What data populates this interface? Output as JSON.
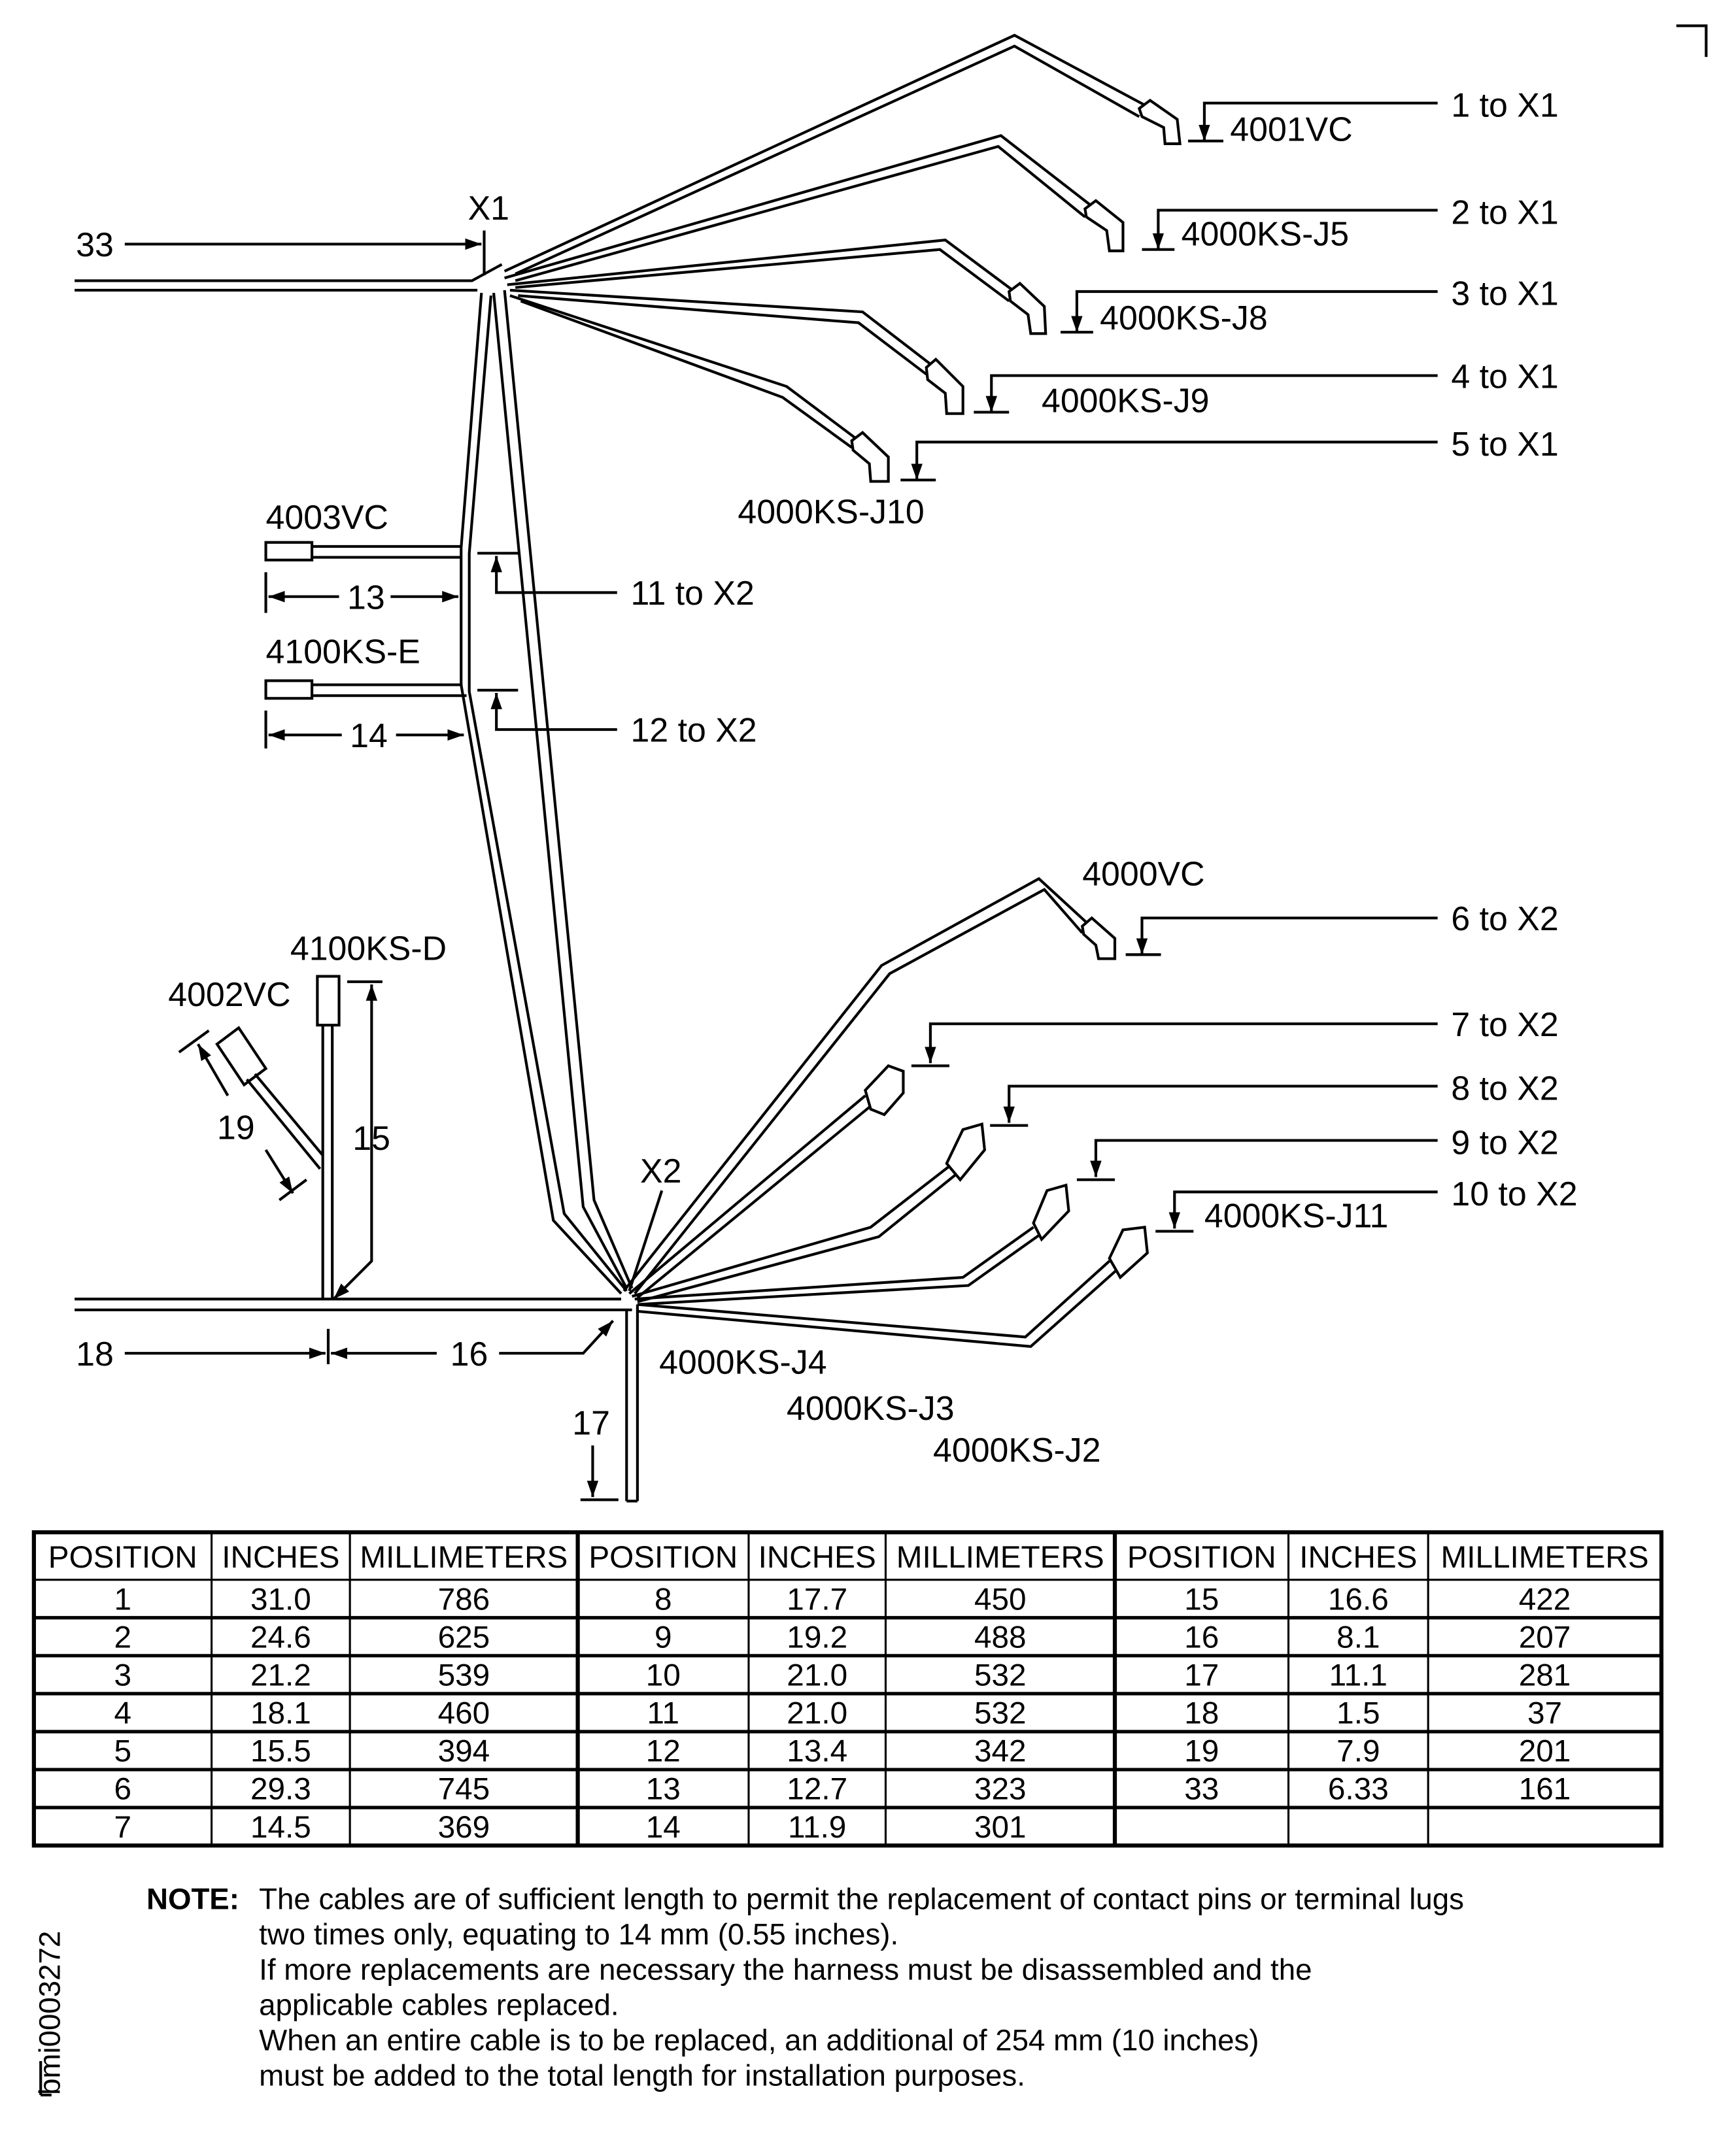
{
  "figure_id": "bmi0003272",
  "junctions": {
    "x1": "X1",
    "x2": "X2"
  },
  "connectors": {
    "c4001VC": "4001VC",
    "c4000KS_J5": "4000KS-J5",
    "c4000KS_J8": "4000KS-J8",
    "c4000KS_J9": "4000KS-J9",
    "c4000KS_J10": "4000KS-J10",
    "c4003VC": "4003VC",
    "c4100KS_E": "4100KS-E",
    "c4000VC": "4000VC",
    "c4100KS_D": "4100KS-D",
    "c4002VC": "4002VC",
    "c4000KS_J11": "4000KS-J11",
    "c4000KS_J4": "4000KS-J4",
    "c4000KS_J3": "4000KS-J3",
    "c4000KS_J2": "4000KS-J2"
  },
  "callouts": {
    "p1": "1 to X1",
    "p2": "2 to X1",
    "p3": "3 to X1",
    "p4": "4 to X1",
    "p5": "5 to X1",
    "p6": "6 to X2",
    "p7": "7 to X2",
    "p8": "8 to X2",
    "p9": "9 to X2",
    "p10": "10 to X2",
    "p11": "11 to X2",
    "p12": "12 to X2"
  },
  "dimensions": {
    "d13": "13",
    "d14": "14",
    "d15": "15",
    "d16": "16",
    "d17": "17",
    "d18": "18",
    "d19": "19",
    "d33": "33"
  },
  "table": {
    "headers": [
      "POSITION",
      "INCHES",
      "MILLIMETERS",
      "POSITION",
      "INCHES",
      "MILLIMETERS",
      "POSITION",
      "INCHES",
      "MILLIMETERS"
    ],
    "rows": [
      [
        "1",
        "31.0",
        "786",
        "8",
        "17.7",
        "450",
        "15",
        "16.6",
        "422"
      ],
      [
        "2",
        "24.6",
        "625",
        "9",
        "19.2",
        "488",
        "16",
        "8.1",
        "207"
      ],
      [
        "3",
        "21.2",
        "539",
        "10",
        "21.0",
        "532",
        "17",
        "11.1",
        "281"
      ],
      [
        "4",
        "18.1",
        "460",
        "11",
        "21.0",
        "532",
        "18",
        "1.5",
        "37"
      ],
      [
        "5",
        "15.5",
        "394",
        "12",
        "13.4",
        "342",
        "19",
        "7.9",
        "201"
      ],
      [
        "6",
        "29.3",
        "745",
        "13",
        "12.7",
        "323",
        "33",
        "6.33",
        "161"
      ],
      [
        "7",
        "14.5",
        "369",
        "14",
        "11.9",
        "301",
        "",
        "",
        ""
      ]
    ]
  },
  "note": {
    "label": "NOTE:",
    "lines": [
      "The cables are of sufficient length to permit the replacement of contact pins or terminal lugs",
      "two times only, equating to 14 mm (0.55 inches).",
      "If more replacements are necessary the harness must be disassembled and the",
      "applicable cables replaced.",
      "When an entire cable is to be replaced, an additional of 254 mm (10 inches)",
      "must be added to the total length for installation purposes."
    ]
  }
}
